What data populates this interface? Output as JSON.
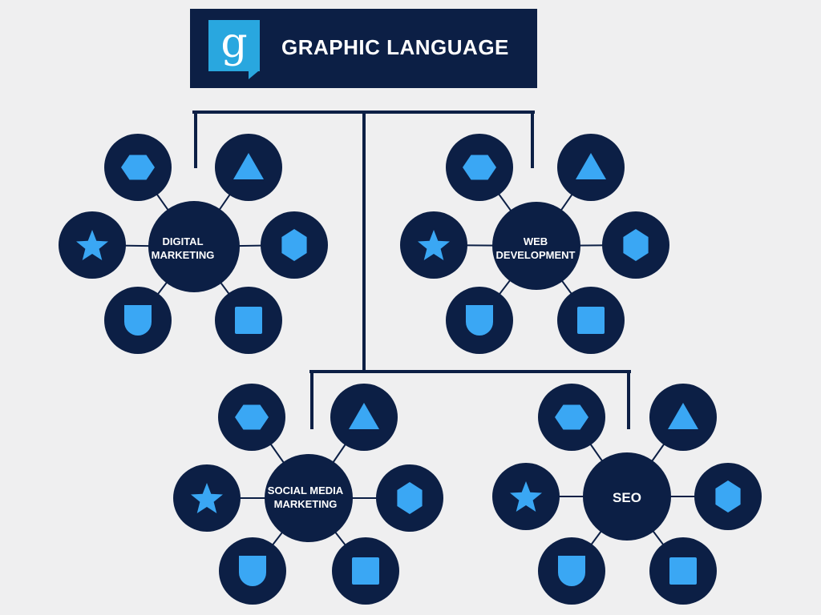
{
  "header": {
    "title": "GRAPHIC LANGUAGE",
    "logo_letter": "g"
  },
  "colors": {
    "background": "#efeff0",
    "navy": "#0c1f45",
    "icon_blue": "#3aa7f4",
    "logo_blue": "#29a7df",
    "hub_text": "#ffffff"
  },
  "satellite_icons": [
    "hexagon-flat-icon",
    "triangle-icon",
    "hexagon-pointy-icon",
    "square-icon",
    "shield-icon",
    "star-icon"
  ],
  "hubs": [
    {
      "id": "digital-marketing",
      "label_lines": [
        "DIGITAL",
        "MARKETING"
      ]
    },
    {
      "id": "web-development",
      "label_lines": [
        "WEB",
        "DEVELOPMENT"
      ]
    },
    {
      "id": "social-media-marketing",
      "label_lines": [
        "SOCIAL MEDIA",
        "MARKETING"
      ]
    },
    {
      "id": "seo",
      "label_lines": [
        "SEO"
      ]
    }
  ]
}
